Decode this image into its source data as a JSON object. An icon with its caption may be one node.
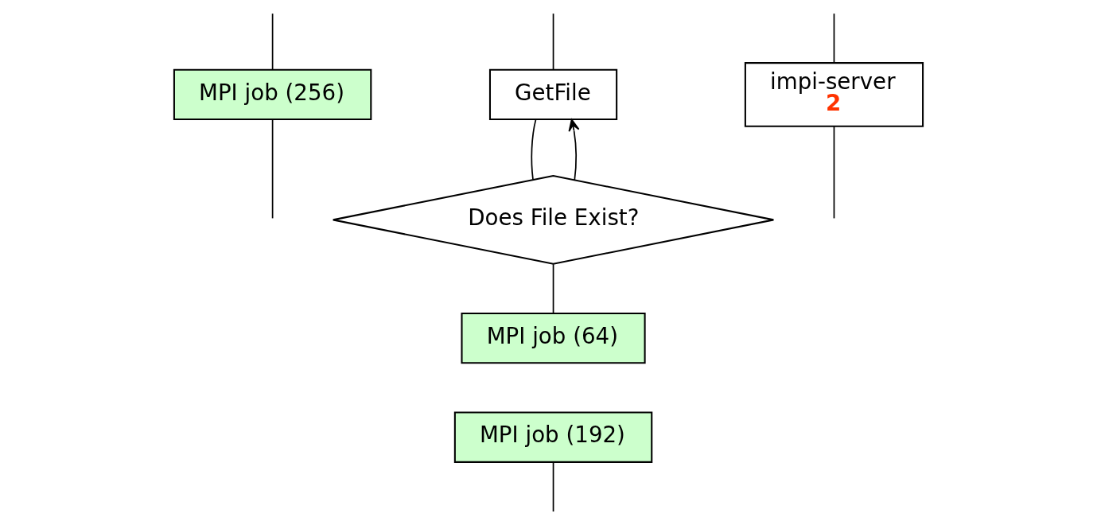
{
  "diagram": {
    "nodes": [
      {
        "text": [
          "MPI job (256)"
        ]
      },
      {
        "text": [
          "GetFile"
        ]
      },
      {
        "text": [
          "impi-server",
          "2"
        ]
      },
      {
        "text": [
          "Does File Exist?"
        ]
      },
      {
        "text": [
          "MPI job (64)"
        ]
      },
      {
        "text": [
          "MPI job (192)"
        ]
      }
    ],
    "edges": [
      {
        "from": null,
        "to": 0,
        "arrow": "none"
      },
      {
        "from": 0,
        "to": null,
        "arrow": "none"
      },
      {
        "from": null,
        "to": 1,
        "arrow": "none"
      },
      {
        "from": null,
        "to": 2,
        "arrow": "none"
      },
      {
        "from": 1,
        "to": 3,
        "arrow": "none"
      },
      {
        "from": 3,
        "to": 1,
        "arrow": "to"
      },
      {
        "from": 3,
        "to": 4,
        "arrow": "none"
      },
      {
        "from": 5,
        "to": null,
        "arrow": "none"
      },
      {
        "from": 2,
        "to": null,
        "arrow": "none"
      }
    ]
  }
}
